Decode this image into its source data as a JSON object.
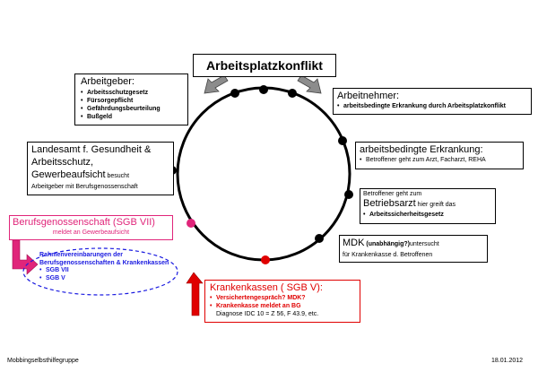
{
  "colors": {
    "red": "#e00000",
    "blue": "#1a1ae0",
    "pink": "#e0257a",
    "dot": "#000000",
    "dot_red": "#e00000",
    "dot_pink": "#e0257a",
    "arrow_gray": "#8c8c8c"
  },
  "title": "Arbeitsplatzkonflikt",
  "employer": {
    "heading": "Arbeitgeber:",
    "items": [
      "Arbeitsschutzgesetz",
      "Fürsorgepflicht",
      "Gefährdungsbeurteilung",
      "Bußgeld"
    ]
  },
  "employee": {
    "heading": "Arbeitnehmer:",
    "items": [
      "arbeitsbedingte Erkrankung durch Arbeitsplatzkonflikt"
    ]
  },
  "illness": {
    "heading": "arbeitsbedingte Erkrankung:",
    "items": [
      "Betroffener geht zum Arzt, Facharzt, REHA"
    ]
  },
  "company_doctor": {
    "pre": "Betroffener geht zum",
    "heading": "Betriebsarzt",
    "suffix": " hier greift das",
    "items": [
      "Arbeitssicherheitsgesetz"
    ]
  },
  "mdk": {
    "heading": "MDK",
    "paren": " (unabhängig?)",
    "suffix": "untersucht",
    "line2": "für Krankenkasse d. Betroffenen"
  },
  "state_office": {
    "line1": "Landesamt f. Gesundheit &",
    "line2": "Arbeitsschutz,",
    "line3": "Gewerbeaufsicht",
    "line3_suffix": " besucht",
    "line4": "Arbeitgeber mit Berufsgenossenschaft"
  },
  "bg": {
    "heading": "Berufsgenossenschaft (SGB VII)",
    "sub": "meldet an Gewerbeaufsicht"
  },
  "framework": {
    "line1": "Rahmenvereinbarungen der",
    "line2": "Berufsgenossenschaften & Krankenkassen",
    "items": [
      "SGB VII",
      "SGB V"
    ]
  },
  "insurance": {
    "heading": "Krankenkassen ( SGB V):",
    "items": [
      "Versichertengespräch? MDK?",
      "Krankenkasse meldet an BG"
    ],
    "diagnosis": "Diagnose IDC 10 = Z 56, F 43.9, etc."
  },
  "footer": {
    "left": "Mobbingselbsthilfegruppe",
    "right": "18.01.2012"
  }
}
